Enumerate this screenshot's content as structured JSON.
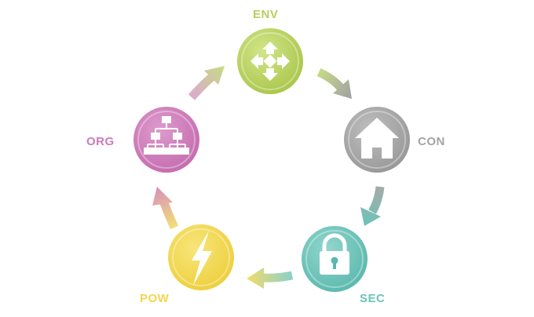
{
  "nodes": [
    {
      "id": "env",
      "label": "ENV",
      "icon": "crossroads-arrows-icon",
      "color": "#b5cf5a"
    },
    {
      "id": "con",
      "label": "CON",
      "icon": "house-icon",
      "color": "#a4a4a4"
    },
    {
      "id": "sec",
      "label": "SEC",
      "icon": "padlock-icon",
      "color": "#6cc3b9"
    },
    {
      "id": "pow",
      "label": "POW",
      "icon": "lightning-bolt-icon",
      "color": "#f3d64d"
    },
    {
      "id": "org",
      "label": "ORG",
      "icon": "org-chart-icon",
      "color": "#cd7bb8"
    }
  ],
  "cycle_direction": "clockwise"
}
